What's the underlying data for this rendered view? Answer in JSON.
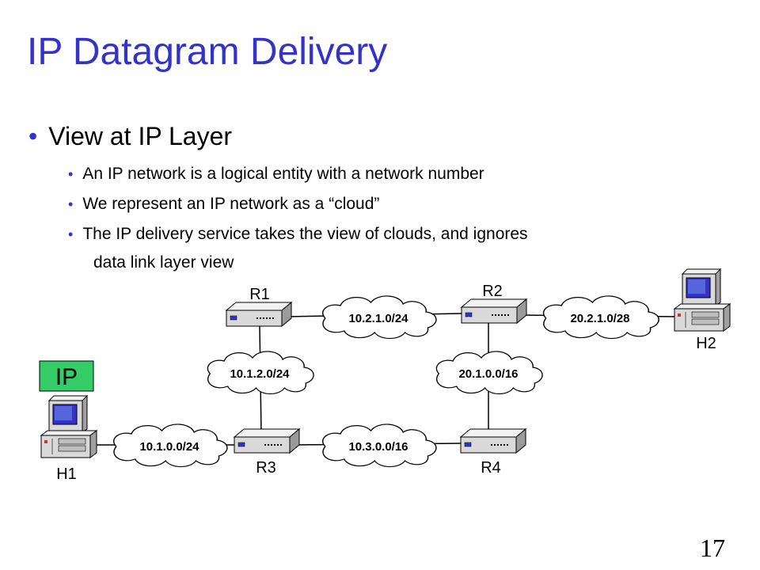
{
  "slide": {
    "title": "IP Datagram Delivery",
    "bullet_main": "View at IP Layer",
    "sub_bullets": [
      "An IP network is a logical entity with a network number",
      "We represent an IP network as a “cloud”",
      "The IP delivery service takes the view of clouds, and ignores"
    ],
    "sub_bullet_continuation": "data link layer view",
    "page_number": "17"
  },
  "diagram": {
    "layer_tag": "IP",
    "routers": {
      "r1": "R1",
      "r2": "R2",
      "r3": "R3",
      "r4": "R4"
    },
    "hosts": {
      "h1": "H1",
      "h2": "H2"
    },
    "networks": {
      "n_r1_r2": "10.2.1.0/24",
      "n_r2_h2": "20.2.1.0/28",
      "n_r1_r3": "10.1.2.0/24",
      "n_r2_r4": "20.1.0.0/16",
      "n_h1_r3": "10.1.0.0/24",
      "n_r3_r4": "10.3.0.0/16"
    }
  },
  "colors": {
    "title": "#3333cc",
    "bullet": "#3333cc",
    "ip_tag_fill": "#33cc66",
    "router_body": "#d9d9d9",
    "monitor_screen": "#3333cc"
  }
}
